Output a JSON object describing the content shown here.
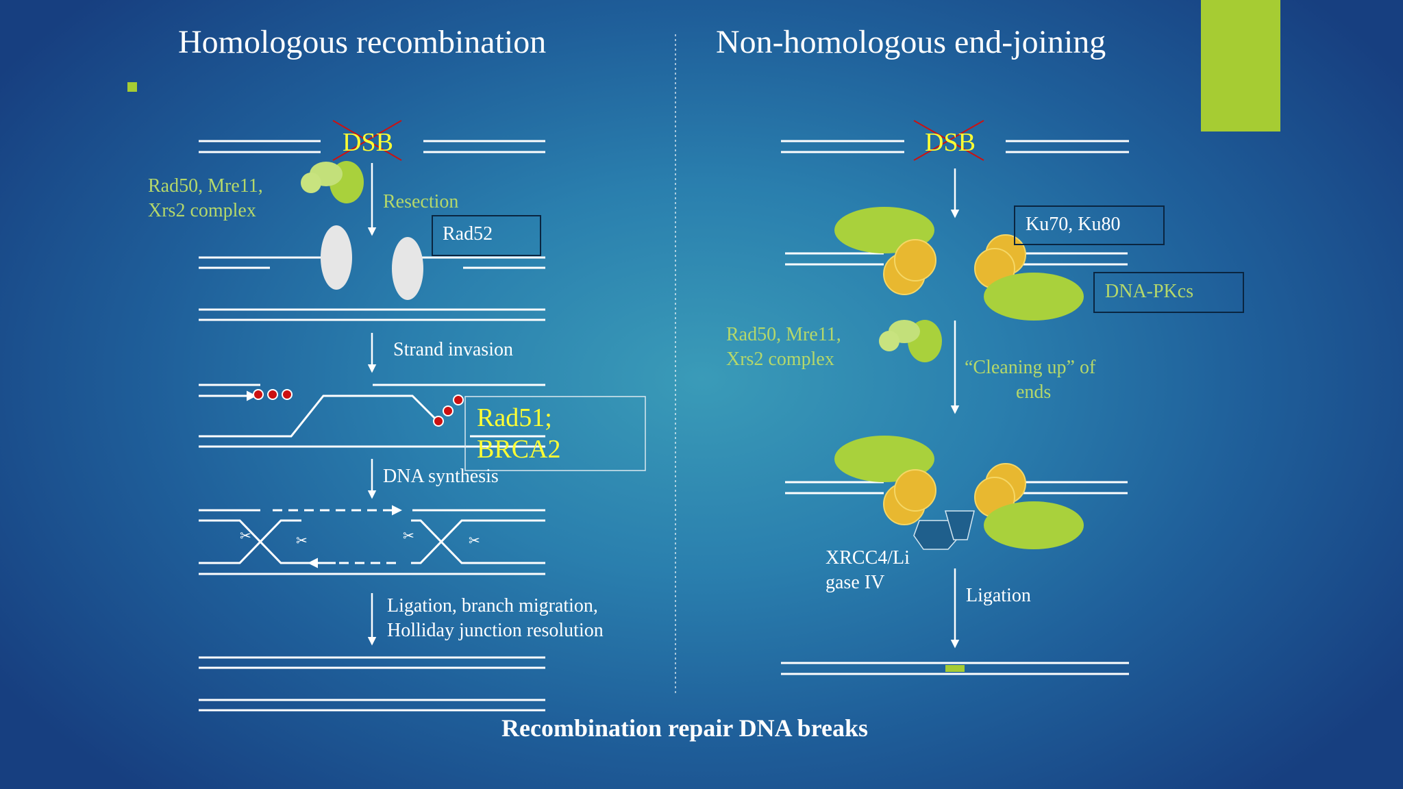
{
  "titles": {
    "left": "Homologous recombination",
    "right": "Non-homologous end-joining",
    "footer": "Recombination repair DNA breaks"
  },
  "hr": {
    "dsb": "DSB",
    "complex": [
      "Rad50, Mre11,",
      "Xrs2 complex"
    ],
    "resection": "Resection",
    "rad52": "Rad52",
    "strand_invasion": "Strand invasion",
    "rad51": [
      "Rad51;",
      "BRCA2"
    ],
    "dna_synthesis": "DNA synthesis",
    "ligation": [
      "Ligation, branch migration,",
      "Holliday junction resolution"
    ]
  },
  "nhej": {
    "dsb": "DSB",
    "ku": "Ku70, Ku80",
    "dnapkcs": "DNA-PKcs",
    "complex": [
      "Rad50, Mre11,",
      "Xrs2 complex"
    ],
    "cleaning": [
      "“Cleaning up” of",
      "ends"
    ],
    "xrcc4": [
      "XRCC4/Li",
      "gase IV"
    ],
    "ligation": "Ligation"
  },
  "colors": {
    "accent_green": "#a6cc33",
    "protein_green": "#a9d13c",
    "protein_yellow": "#e8b830",
    "label_green": "#b5d86a",
    "label_yellow": "#ffff33",
    "marker_red": "#cc1111",
    "ligase_blue": "#1f5f8c"
  },
  "icons": [
    "bullet-square-icon",
    "scissors-icon",
    "cross-mark-icon",
    "arrow-down-icon"
  ]
}
